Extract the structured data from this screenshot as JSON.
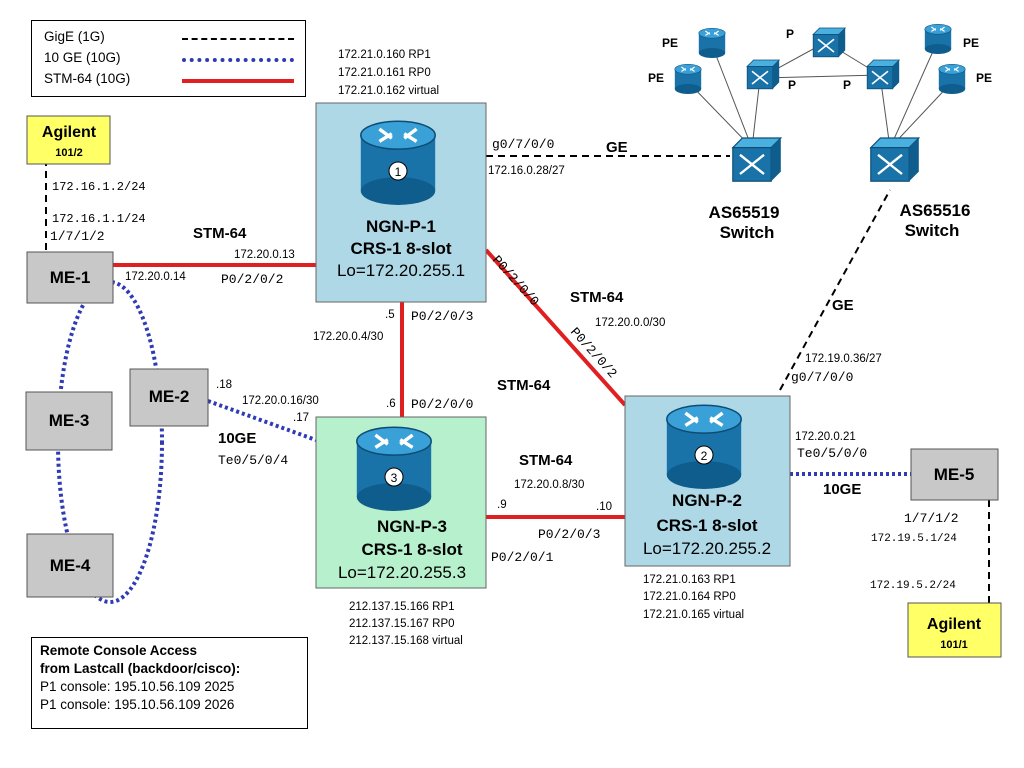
{
  "legend": {
    "items": [
      {
        "label": "GigE  (1G)",
        "color": "#000000",
        "style": "dashed"
      },
      {
        "label": "10 GE  (10G)",
        "color": "#2f3bb5",
        "style": "dotted"
      },
      {
        "label": "STM-64 (10G)",
        "color": "#e02020",
        "style": "solid"
      }
    ]
  },
  "console": {
    "line1": "Remote Console Access",
    "line2": "from Lastcall (backdoor/cisco):",
    "line3": "P1 console: 195.10.56.109 2025",
    "line4": "P1 console: 195.10.56.109 2026"
  },
  "colors": {
    "core_blue": "#aed8e6",
    "core_green": "#b7f0cc",
    "edge_gray": "#c8c8c8",
    "agilent_yellow": "#ffff66",
    "stm": "#e02020",
    "tengig": "#2f3bb5",
    "router_icon": "#1a73a8"
  },
  "routers": {
    "p1": {
      "name": "NGN-P-1",
      "model": "CRS-1 8-slot",
      "lo": "Lo=172.20.255.1",
      "badge": "1",
      "mgmt": [
        "172.21.0.160 RP1",
        "172.21.0.161 RP0",
        "172.21.0.162 virtual"
      ]
    },
    "p2": {
      "name": "NGN-P-2",
      "model": "CRS-1 8-slot",
      "lo": "Lo=172.20.255.2",
      "badge": "2",
      "mgmt": [
        "172.21.0.163 RP1",
        "172.21.0.164 RP0",
        "172.21.0.165 virtual"
      ]
    },
    "p3": {
      "name": "NGN-P-3",
      "model": "CRS-1 8-slot",
      "lo": "Lo=172.20.255.3",
      "badge": "3",
      "mgmt": [
        "212.137.15.166 RP1",
        "212.137.15.167 RP0",
        "212.137.15.168 virtual"
      ]
    }
  },
  "edges": {
    "me1": "ME-1",
    "me2": "ME-2",
    "me3": "ME-3",
    "me4": "ME-4",
    "me5": "ME-5"
  },
  "agilents": {
    "a1": {
      "name": "Agilent",
      "port": "101/2"
    },
    "a2": {
      "name": "Agilent",
      "port": "101/1"
    }
  },
  "switches": {
    "as65519": {
      "name": "AS65519",
      "sub": "Switch"
    },
    "as65516": {
      "name": "AS65516",
      "sub": "Switch"
    }
  },
  "cloud_labels": {
    "pe": "PE",
    "p": "P"
  },
  "links": {
    "me1_p1": {
      "type": "STM-64",
      "ip_p1": "172.20.0.13",
      "ip_me1": "172.20.0.14",
      "port_p1": "P0/2/0/2"
    },
    "p1_p3": {
      "subnet": "172.20.0.4/30",
      "p1_end": ".5",
      "p3_end": ".6",
      "port_p1": "P0/2/0/3",
      "port_p3": "P0/2/0/0"
    },
    "p1_p2": {
      "type": "STM-64",
      "subnet": "172.20.0.0/30",
      "port_p1": "P0/2/0/0",
      "port_p2": "P0/2/0/2"
    },
    "p3_p2": {
      "type": "STM-64",
      "subnet": "172.20.0.8/30",
      "p3_end": ".9",
      "p2_end": ".10",
      "port_p2": "P0/2/0/3",
      "port_p3": "P0/2/0/1"
    },
    "p3_stm_label": "STM-64",
    "me2_p3": {
      "type": "10GE",
      "subnet": "172.20.0.16/30",
      "me2_end": ".18",
      "p3_end": ".17",
      "port_p3": "Te0/5/0/4"
    },
    "p2_me5": {
      "type": "10GE",
      "ip_p2": "172.20.0.21",
      "port_p2": "Te0/5/0/0",
      "port_me5": "1/7/1/2",
      "ip_me5": "172.19.5.1/24",
      "ip_ag": "172.19.5.2/24"
    },
    "p1_sw": {
      "type": "GE",
      "port": "g0/7/0/0",
      "subnet": "172.16.0.28/27"
    },
    "p2_sw": {
      "type": "GE",
      "subnet": "172.19.0.36/27",
      "port": "g0/7/0/0"
    },
    "ag1_me1": {
      "ip_ag": "172.16.1.2/24",
      "ip_me1": "172.16.1.1/24",
      "port_me1": "1/7/1/2"
    }
  }
}
